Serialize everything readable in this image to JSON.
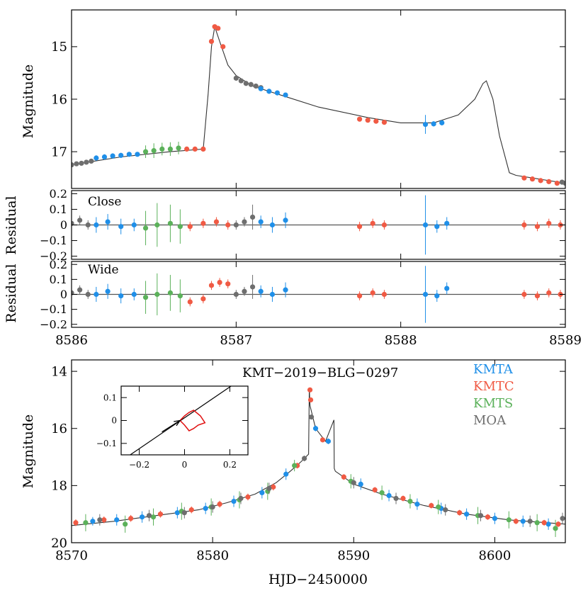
{
  "figure": {
    "xlabel": "HJD−2450000",
    "colors": {
      "KMTA": "#1f8fe8",
      "KMTC": "#f05a44",
      "KMTS": "#5bb15a",
      "MOA": "#6e6e6e",
      "model": "#333333",
      "caustic": "#e01010"
    }
  },
  "chart_data": [
    {
      "id": "zoom",
      "type": "scatter",
      "ylabel": "Magnitude",
      "xlim": [
        8586,
        8589
      ],
      "ylim": [
        17.7,
        14.3
      ],
      "y_inverted": true,
      "xticks": [
        8586,
        8587,
        8588,
        8589
      ],
      "yticks": [
        15,
        16,
        17
      ],
      "model": {
        "x": [
          8586.0,
          8586.3,
          8586.6,
          8586.8,
          8586.83,
          8586.85,
          8586.87,
          8586.9,
          8586.95,
          8587.0,
          8587.1,
          8587.3,
          8587.5,
          8587.8,
          8588.0,
          8588.2,
          8588.35,
          8588.45,
          8588.5,
          8588.52,
          8588.56,
          8588.6,
          8588.66,
          8588.7,
          8588.8,
          8589.0
        ],
        "y": [
          17.25,
          17.1,
          17.0,
          16.95,
          15.9,
          15.0,
          14.62,
          14.9,
          15.35,
          15.55,
          15.75,
          15.95,
          16.15,
          16.35,
          16.45,
          16.45,
          16.3,
          16.0,
          15.7,
          15.65,
          16.0,
          16.7,
          17.4,
          17.45,
          17.5,
          17.6
        ]
      },
      "series": [
        {
          "name": "MOA",
          "x": [
            8586.0,
            8586.03,
            8586.06,
            8586.09,
            8586.12,
            8587.0,
            8587.03,
            8587.06,
            8587.09,
            8587.12,
            8587.15,
            8588.98,
            8589.0
          ],
          "y": [
            17.25,
            17.23,
            17.22,
            17.2,
            17.18,
            15.6,
            15.65,
            15.7,
            15.72,
            15.75,
            15.78,
            17.58,
            17.6
          ],
          "err": [
            0.03,
            0.03,
            0.03,
            0.03,
            0.03,
            0.03,
            0.03,
            0.03,
            0.03,
            0.03,
            0.03,
            0.03,
            0.03
          ]
        },
        {
          "name": "KMTA",
          "x": [
            8586.15,
            8586.2,
            8586.25,
            8586.3,
            8586.35,
            8586.4,
            8587.15,
            8587.2,
            8587.25,
            8587.3,
            8588.15,
            8588.2,
            8588.25
          ],
          "y": [
            17.12,
            17.1,
            17.08,
            17.07,
            17.05,
            17.05,
            15.8,
            15.85,
            15.88,
            15.92,
            16.48,
            16.47,
            16.45
          ],
          "err": [
            0.05,
            0.05,
            0.05,
            0.05,
            0.04,
            0.04,
            0.04,
            0.04,
            0.04,
            0.04,
            0.18,
            0.05,
            0.05
          ]
        },
        {
          "name": "KMTS",
          "x": [
            8586.45,
            8586.5,
            8586.55,
            8586.6,
            8586.65
          ],
          "y": [
            17.0,
            16.98,
            16.95,
            16.95,
            16.93
          ],
          "err": [
            0.12,
            0.14,
            0.12,
            0.13,
            0.12
          ]
        },
        {
          "name": "KMTC",
          "x": [
            8586.7,
            8586.75,
            8586.8,
            8586.85,
            8586.87,
            8586.89,
            8586.92,
            8587.75,
            8587.8,
            8587.85,
            8587.9,
            8588.75,
            8588.8,
            8588.85,
            8588.9,
            8588.95
          ],
          "y": [
            16.95,
            16.95,
            16.95,
            14.9,
            14.62,
            14.65,
            15.0,
            16.38,
            16.4,
            16.42,
            16.44,
            17.5,
            17.52,
            17.55,
            17.57,
            17.6
          ],
          "err": [
            0.03,
            0.03,
            0.03,
            0.03,
            0.03,
            0.03,
            0.03,
            0.03,
            0.03,
            0.03,
            0.03,
            0.03,
            0.03,
            0.03,
            0.03,
            0.03
          ]
        }
      ]
    },
    {
      "id": "resid-close",
      "type": "scatter",
      "ylabel": "Residual",
      "annotation": "Close",
      "xlim": [
        8586,
        8589
      ],
      "ylim": [
        -0.22,
        0.22
      ],
      "yticks": [
        0.2,
        0.1,
        0,
        -0.1,
        -0.2
      ],
      "ytick_labels": [
        "0.2",
        "0.1",
        "0",
        "−0.1",
        "−0.2"
      ],
      "series": [
        {
          "name": "MOA",
          "x": [
            8586.0,
            8586.05,
            8586.1,
            8587.0,
            8587.05,
            8587.1
          ],
          "y": [
            0.01,
            0.03,
            0.0,
            0.0,
            0.02,
            0.05
          ],
          "err": [
            0.03,
            0.03,
            0.03,
            0.03,
            0.03,
            0.08
          ]
        },
        {
          "name": "KMTA",
          "x": [
            8586.15,
            8586.22,
            8586.3,
            8586.38,
            8587.15,
            8587.22,
            8587.3,
            8588.15,
            8588.22,
            8588.28
          ],
          "y": [
            0.0,
            0.02,
            -0.01,
            0.0,
            0.02,
            0.0,
            0.03,
            0.0,
            -0.01,
            0.01
          ],
          "err": [
            0.05,
            0.05,
            0.05,
            0.04,
            0.04,
            0.05,
            0.05,
            0.19,
            0.04,
            0.04
          ]
        },
        {
          "name": "KMTS",
          "x": [
            8586.45,
            8586.52,
            8586.6,
            8586.66
          ],
          "y": [
            -0.02,
            0.0,
            0.01,
            -0.01
          ],
          "err": [
            0.11,
            0.14,
            0.12,
            0.11
          ]
        },
        {
          "name": "KMTC",
          "x": [
            8586.72,
            8586.8,
            8586.88,
            8586.95,
            8587.75,
            8587.83,
            8587.9,
            8588.75,
            8588.83,
            8588.9,
            8588.97
          ],
          "y": [
            -0.01,
            0.01,
            0.02,
            0.0,
            -0.01,
            0.01,
            0.0,
            0.0,
            -0.01,
            0.01,
            0.0
          ],
          "err": [
            0.03,
            0.03,
            0.03,
            0.03,
            0.03,
            0.03,
            0.03,
            0.03,
            0.03,
            0.03,
            0.03
          ]
        }
      ]
    },
    {
      "id": "resid-wide",
      "type": "scatter",
      "ylabel": "Residual",
      "annotation": "Wide",
      "xlim": [
        8586,
        8589
      ],
      "ylim": [
        -0.22,
        0.22
      ],
      "yticks": [
        0.2,
        0.1,
        0,
        -0.1,
        -0.2
      ],
      "ytick_labels": [
        "0.2",
        "0.1",
        "0",
        "−0.1",
        "−0.2"
      ],
      "xticks": [
        8586,
        8587,
        8588,
        8589
      ],
      "series": [
        {
          "name": "MOA",
          "x": [
            8586.0,
            8586.05,
            8586.1,
            8587.0,
            8587.05,
            8587.1
          ],
          "y": [
            0.01,
            0.03,
            0.0,
            0.0,
            0.02,
            0.05
          ],
          "err": [
            0.03,
            0.03,
            0.03,
            0.03,
            0.03,
            0.08
          ]
        },
        {
          "name": "KMTA",
          "x": [
            8586.15,
            8586.22,
            8586.3,
            8586.38,
            8587.15,
            8587.22,
            8587.3,
            8588.15,
            8588.22,
            8588.28
          ],
          "y": [
            0.0,
            0.02,
            -0.01,
            0.0,
            0.02,
            0.0,
            0.03,
            0.0,
            -0.01,
            0.04
          ],
          "err": [
            0.05,
            0.05,
            0.05,
            0.04,
            0.04,
            0.05,
            0.05,
            0.19,
            0.04,
            0.04
          ]
        },
        {
          "name": "KMTS",
          "x": [
            8586.45,
            8586.52,
            8586.6,
            8586.66
          ],
          "y": [
            -0.02,
            0.0,
            0.01,
            -0.01
          ],
          "err": [
            0.11,
            0.14,
            0.12,
            0.11
          ]
        },
        {
          "name": "KMTC",
          "x": [
            8586.72,
            8586.8,
            8586.85,
            8586.9,
            8586.95,
            8587.75,
            8587.83,
            8587.9,
            8588.75,
            8588.83,
            8588.9,
            8588.97
          ],
          "y": [
            -0.05,
            -0.03,
            0.06,
            0.08,
            0.07,
            -0.01,
            0.01,
            0.0,
            0.0,
            -0.01,
            0.01,
            0.0
          ],
          "err": [
            0.03,
            0.03,
            0.03,
            0.03,
            0.03,
            0.03,
            0.03,
            0.03,
            0.03,
            0.03,
            0.03,
            0.03
          ]
        }
      ]
    },
    {
      "id": "full",
      "type": "scatter",
      "title": "KMT−2019−BLG−0297",
      "ylabel": "Magnitude",
      "xlim": [
        8570,
        8605
      ],
      "ylim": [
        20,
        13.6
      ],
      "y_inverted": true,
      "xticks": [
        8570,
        8580,
        8590,
        8600
      ],
      "yticks": [
        14,
        16,
        18,
        20
      ],
      "legend": [
        "KMTA",
        "KMTC",
        "KMTS",
        "MOA"
      ],
      "legend_position": "top-right",
      "model": {
        "x": [
          8570,
          8573,
          8576,
          8579,
          8581,
          8583,
          8584.5,
          8585.5,
          8586.3,
          8586.8,
          8586.85,
          8586.9,
          8587.3,
          8588.0,
          8588.6,
          8588.62,
          8588.7,
          8589.0,
          8590,
          8592,
          8595,
          8598,
          8601,
          8605
        ],
        "y": [
          19.4,
          19.25,
          19.05,
          18.85,
          18.6,
          18.3,
          17.9,
          17.5,
          17.15,
          16.9,
          14.6,
          15.2,
          16.0,
          16.45,
          15.7,
          17.4,
          17.5,
          17.6,
          17.95,
          18.3,
          18.7,
          19.0,
          19.2,
          19.35
        ]
      },
      "series": [
        {
          "name": "KMTA",
          "x": [
            8571.5,
            8573.2,
            8575.0,
            8577.5,
            8579.5,
            8581.5,
            8583.5,
            8585.2,
            8587.3,
            8588.2,
            8590.5,
            8592.5,
            8594.5,
            8596.2,
            8598.0,
            8600.0,
            8602.0,
            8603.8
          ],
          "y": [
            19.25,
            19.2,
            19.1,
            18.95,
            18.8,
            18.55,
            18.25,
            17.6,
            16.0,
            16.45,
            17.95,
            18.35,
            18.65,
            18.8,
            19.0,
            19.15,
            19.25,
            19.35
          ],
          "err": [
            0.15,
            0.2,
            0.2,
            0.2,
            0.2,
            0.2,
            0.2,
            0.2,
            0.1,
            0.1,
            0.2,
            0.2,
            0.2,
            0.2,
            0.2,
            0.2,
            0.2,
            0.2
          ]
        },
        {
          "name": "KMTC",
          "x": [
            8570.3,
            8572.3,
            8574.2,
            8576.3,
            8578.5,
            8580.5,
            8582.5,
            8584.3,
            8586.0,
            8586.9,
            8586.95,
            8587.8,
            8589.3,
            8591.5,
            8593.5,
            8595.5,
            8597.5,
            8599.5,
            8601.5,
            8603.5,
            8604.5
          ],
          "y": [
            19.3,
            19.2,
            19.15,
            19.0,
            18.85,
            18.65,
            18.4,
            18.05,
            17.3,
            14.65,
            15.0,
            16.4,
            17.7,
            18.15,
            18.45,
            18.7,
            18.95,
            19.1,
            19.25,
            19.3,
            19.35
          ],
          "err": [
            0.12,
            0.12,
            0.12,
            0.12,
            0.12,
            0.12,
            0.12,
            0.12,
            0.1,
            0.05,
            0.05,
            0.05,
            0.1,
            0.1,
            0.1,
            0.1,
            0.1,
            0.1,
            0.1,
            0.1,
            0.1
          ]
        },
        {
          "name": "KMTS",
          "x": [
            8571.0,
            8573.8,
            8575.8,
            8577.8,
            8579.9,
            8581.9,
            8583.9,
            8585.8,
            8589.8,
            8592.0,
            8594.0,
            8596.0,
            8598.8,
            8601.0,
            8603.0,
            8604.3
          ],
          "y": [
            19.3,
            19.35,
            19.1,
            18.9,
            18.75,
            18.5,
            18.2,
            17.3,
            17.85,
            18.25,
            18.55,
            18.75,
            19.05,
            19.2,
            19.3,
            19.5
          ],
          "err": [
            0.3,
            0.3,
            0.3,
            0.3,
            0.3,
            0.3,
            0.3,
            0.2,
            0.25,
            0.25,
            0.25,
            0.25,
            0.3,
            0.3,
            0.3,
            0.3
          ]
        },
        {
          "name": "MOA",
          "x": [
            8572.0,
            8575.5,
            8578.0,
            8580.0,
            8582.0,
            8584.0,
            8586.5,
            8587.0,
            8590.0,
            8593.0,
            8596.5,
            8599.0,
            8602.5,
            8604.8
          ],
          "y": [
            19.2,
            19.05,
            18.95,
            18.75,
            18.45,
            18.1,
            17.05,
            15.6,
            17.9,
            18.45,
            18.85,
            19.05,
            19.25,
            19.15
          ],
          "err": [
            0.2,
            0.2,
            0.2,
            0.2,
            0.2,
            0.2,
            0.1,
            0.05,
            0.2,
            0.2,
            0.2,
            0.2,
            0.2,
            0.2
          ]
        }
      ]
    },
    {
      "id": "inset",
      "type": "line",
      "xlim": [
        -0.28,
        0.28
      ],
      "ylim": [
        -0.15,
        0.15
      ],
      "xticks": [
        -0.2,
        0,
        0.2
      ],
      "xtick_labels": [
        "−0.2",
        "0",
        "0.2"
      ],
      "yticks": [
        0.1,
        0,
        -0.1
      ],
      "ytick_labels": [
        "0.1",
        "0",
        "−0.1"
      ],
      "trajectory": {
        "x": [
          -0.24,
          0.22
        ],
        "y": [
          -0.15,
          0.16
        ]
      },
      "arrow": {
        "x": [
          -0.1,
          -0.02
        ],
        "y": [
          -0.05,
          0.0
        ]
      },
      "caustic": {
        "x": [
          -0.02,
          0.0,
          0.02,
          0.04,
          0.07,
          0.09,
          0.06,
          0.04,
          0.02,
          0.0,
          -0.02
        ],
        "y": [
          0.0,
          0.02,
          0.035,
          0.045,
          0.02,
          -0.01,
          -0.02,
          -0.035,
          -0.045,
          -0.02,
          0.0
        ]
      }
    }
  ]
}
